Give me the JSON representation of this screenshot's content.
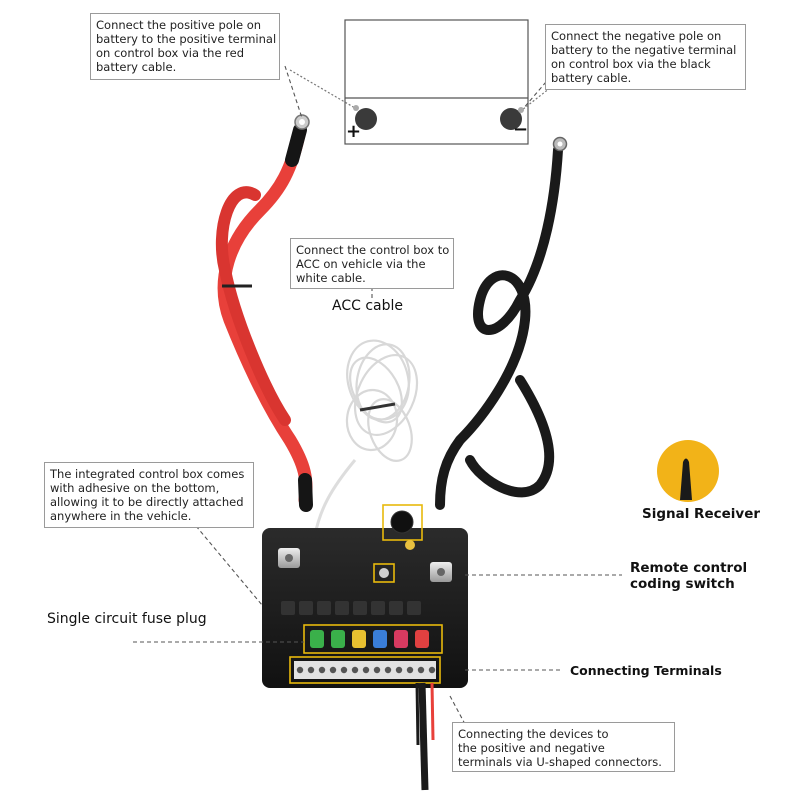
{
  "callouts": {
    "battery_positive": {
      "lines": [
        "Connect the positive pole on",
        "battery to the positive terminal",
        "on control box via the red",
        "battery cable."
      ]
    },
    "battery_negative": {
      "lines": [
        "Connect the negative pole on",
        "battery to the negative terminal",
        "on control box via the black",
        "battery cable."
      ]
    },
    "acc": {
      "lines": [
        "Connect the control box to",
        "ACC on vehicle via the",
        "white cable."
      ]
    },
    "control_box": {
      "lines": [
        "The integrated control box comes",
        "with adhesive on the bottom,",
        "allowing it to be directly attached",
        "anywhere in the vehicle."
      ]
    },
    "devices": {
      "lines": [
        "Connecting the devices to",
        "the positive and negative",
        "terminals via U-shaped connectors."
      ]
    }
  },
  "labels": {
    "acc_cable": "ACC cable",
    "signal_receiver": "Signal Receiver",
    "remote_control_line1": "Remote control",
    "remote_control_line2": "coding switch",
    "fuse_plug": "Single circuit fuse plug",
    "connecting_terminals": "Connecting Terminals"
  },
  "battery": {
    "positive_symbol": "+",
    "negative_symbol": "−"
  },
  "colors": {
    "red_cable": "#e8403a",
    "black_cable": "#1a1a1a",
    "white_cable": "#f4f4f4",
    "box_body": "#1c1c1c",
    "highlight": "#e8b90c",
    "receiver_badge": "#f2b318"
  }
}
